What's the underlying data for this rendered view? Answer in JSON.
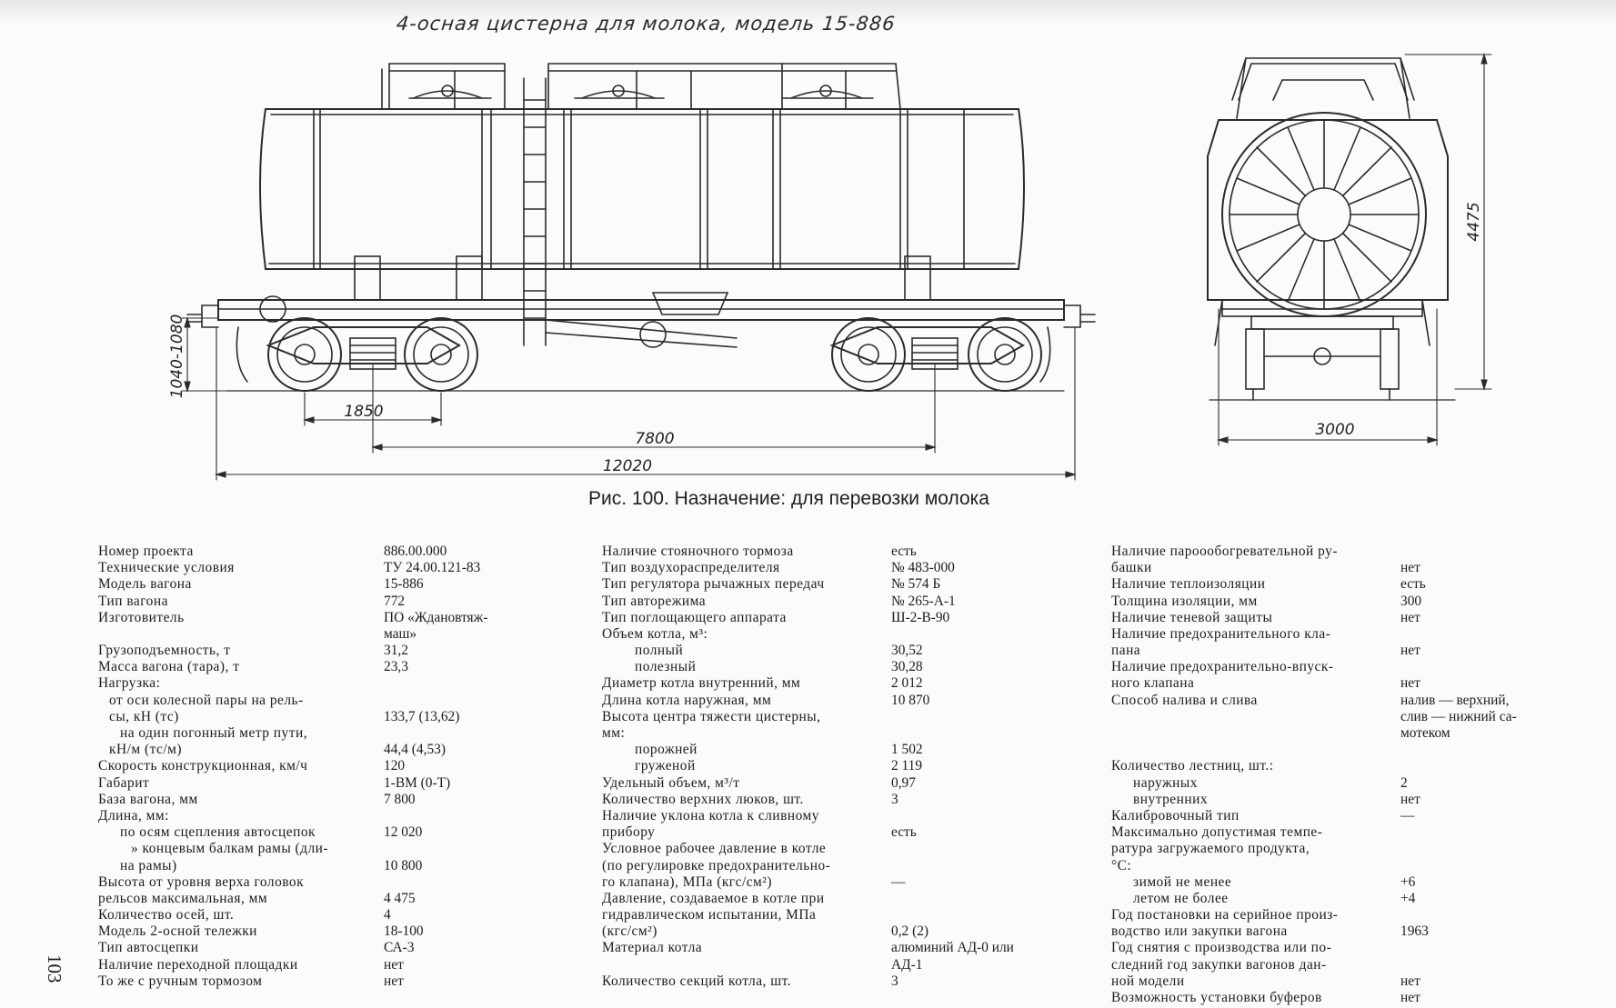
{
  "drawing": {
    "title": "4-осная  цистерна  для  молока,  модель 15-886",
    "dims": {
      "coupler_height": "1040-1080",
      "bogie_base": "1850",
      "car_base": "7800",
      "length_over_couplers": "12020",
      "overall_height": "4475",
      "width": "3000"
    }
  },
  "caption": "Рис. 100. Назначение: для перевозки молока",
  "page_number": "103",
  "col1": [
    {
      "l": "Номер проекта",
      "v": "886.00.000"
    },
    {
      "l": "Технические условия",
      "v": "ТУ 24.00.121-83"
    },
    {
      "l": "Модель вагона",
      "v": "15-886"
    },
    {
      "l": "Тип вагона",
      "v": "772"
    },
    {
      "l": "Изготовитель",
      "v": "ПО «Ждановтяж-"
    },
    {
      "l": "",
      "v": "маш»"
    },
    {
      "l": "Грузоподъемность, т",
      "v": "31,2"
    },
    {
      "l": "Масса вагона (тара), т",
      "v": "23,3"
    },
    {
      "l": "Нагрузка:",
      "v": ""
    },
    {
      "l": "от оси колесной пары на рель-",
      "v": "",
      "i": 1
    },
    {
      "l": "сы, кН (тс)",
      "v": "133,7 (13,62)",
      "i": 1
    },
    {
      "l": "на один погонный метр пути,",
      "v": "",
      "i": 2
    },
    {
      "l": "кН/м (тс/м)",
      "v": "44,4 (4,53)",
      "i": 1
    },
    {
      "l": "Скорость конструкционная, км/ч",
      "v": "120"
    },
    {
      "l": "Габарит",
      "v": "1-ВМ (0-Т)"
    },
    {
      "l": "База вагона, мм",
      "v": "7 800"
    },
    {
      "l": "Длина, мм:",
      "v": ""
    },
    {
      "l": "по осям сцепления автосцепок",
      "v": "12 020",
      "i": 2
    },
    {
      "l": "»  концевым балкам рамы (дли-",
      "v": "",
      "i": 3
    },
    {
      "l": "на рамы)",
      "v": "10 800",
      "i": 2
    },
    {
      "l": "Высота от уровня верха головок",
      "v": ""
    },
    {
      "l": "рельсов максимальная, мм",
      "v": "4 475"
    },
    {
      "l": "Количество осей, шт.",
      "v": "4"
    },
    {
      "l": "Модель 2-осной тележки",
      "v": "18-100"
    },
    {
      "l": "Тип автосцепки",
      "v": "СА-3"
    },
    {
      "l": "Наличие переходной площадки",
      "v": "нет"
    },
    {
      "l": "То же с ручным тормозом",
      "v": "нет"
    }
  ],
  "col2": [
    {
      "l": "Наличие стояночного тормоза",
      "v": "есть"
    },
    {
      "l": "Тип воздухораспределителя",
      "v": "№ 483-000"
    },
    {
      "l": "Тип регулятора рычажных передач",
      "v": "№ 574 Б"
    },
    {
      "l": "Тип авторежима",
      "v": "№ 265-А-1"
    },
    {
      "l": "Тип поглощающего аппарата",
      "v": "Ш-2-В-90"
    },
    {
      "l": "Объем котла, м³:",
      "v": ""
    },
    {
      "l": "полный",
      "v": "30,52",
      "i": 3
    },
    {
      "l": "полезный",
      "v": "30,28",
      "i": 3
    },
    {
      "l": "Диаметр котла внутренний, мм",
      "v": "2 012"
    },
    {
      "l": "Длина котла наружная, мм",
      "v": "10 870"
    },
    {
      "l": "Высота центра тяжести цистерны,",
      "v": ""
    },
    {
      "l": "мм:",
      "v": ""
    },
    {
      "l": "порожней",
      "v": "1 502",
      "i": 3
    },
    {
      "l": "груженой",
      "v": "2 119",
      "i": 3
    },
    {
      "l": "Удельный объем, м³/т",
      "v": "0,97"
    },
    {
      "l": "Количество верхних люков, шт.",
      "v": "3"
    },
    {
      "l": "Наличие уклона котла к сливному",
      "v": ""
    },
    {
      "l": "прибору",
      "v": "есть"
    },
    {
      "l": "Условное рабочее давление в котле",
      "v": ""
    },
    {
      "l": "(по регулировке предохранительно-",
      "v": ""
    },
    {
      "l": "го клапана), МПа (кгс/см²)",
      "v": "—"
    },
    {
      "l": "Давление, создаваемое в котле при",
      "v": ""
    },
    {
      "l": "гидравлическом испытании, МПа",
      "v": ""
    },
    {
      "l": "(кгс/см²)",
      "v": "0,2 (2)"
    },
    {
      "l": "Материал котла",
      "v": "алюминий АД-0 или"
    },
    {
      "l": "",
      "v": "АД-1"
    },
    {
      "l": "Количество секций котла, шт.",
      "v": "3"
    }
  ],
  "col3": [
    {
      "l": "Наличие пароообогревательной ру-",
      "v": ""
    },
    {
      "l": "башки",
      "v": "нет"
    },
    {
      "l": "Наличие теплоизоляции",
      "v": "есть"
    },
    {
      "l": "Толщина изоляции, мм",
      "v": "300"
    },
    {
      "l": "Наличие теневой защиты",
      "v": "нет"
    },
    {
      "l": "Наличие предохранительного кла-",
      "v": ""
    },
    {
      "l": "пана",
      "v": "нет"
    },
    {
      "l": "Наличие предохранительно-впуск-",
      "v": ""
    },
    {
      "l": "ного клапана",
      "v": "нет"
    },
    {
      "l": "Способ налива и слива",
      "v": "налив — верхний,"
    },
    {
      "l": "",
      "v": "слив — нижний са-"
    },
    {
      "l": "",
      "v": "мотеком"
    },
    {
      "l": "",
      "v": ""
    },
    {
      "l": "Количество лестниц, шт.:",
      "v": ""
    },
    {
      "l": "наружных",
      "v": "2",
      "i": 2
    },
    {
      "l": "внутренних",
      "v": "нет",
      "i": 2
    },
    {
      "l": "Калибровочный тип",
      "v": "—"
    },
    {
      "l": "Максимально допустимая темпе-",
      "v": ""
    },
    {
      "l": "ратура загружаемого продукта,",
      "v": ""
    },
    {
      "l": "°С:",
      "v": ""
    },
    {
      "l": "зимой не менее",
      "v": "+6",
      "i": 2
    },
    {
      "l": "летом не более",
      "v": "+4",
      "i": 2
    },
    {
      "l": "Год постановки на серийное произ-",
      "v": ""
    },
    {
      "l": "водство или закупки вагона",
      "v": "1963"
    },
    {
      "l": "Год снятия с производства или по-",
      "v": ""
    },
    {
      "l": "следний год закупки вагонов дан-",
      "v": ""
    },
    {
      "l": "ной модели",
      "v": "нет"
    },
    {
      "l": "Возможность установки буферов",
      "v": "нет"
    }
  ]
}
